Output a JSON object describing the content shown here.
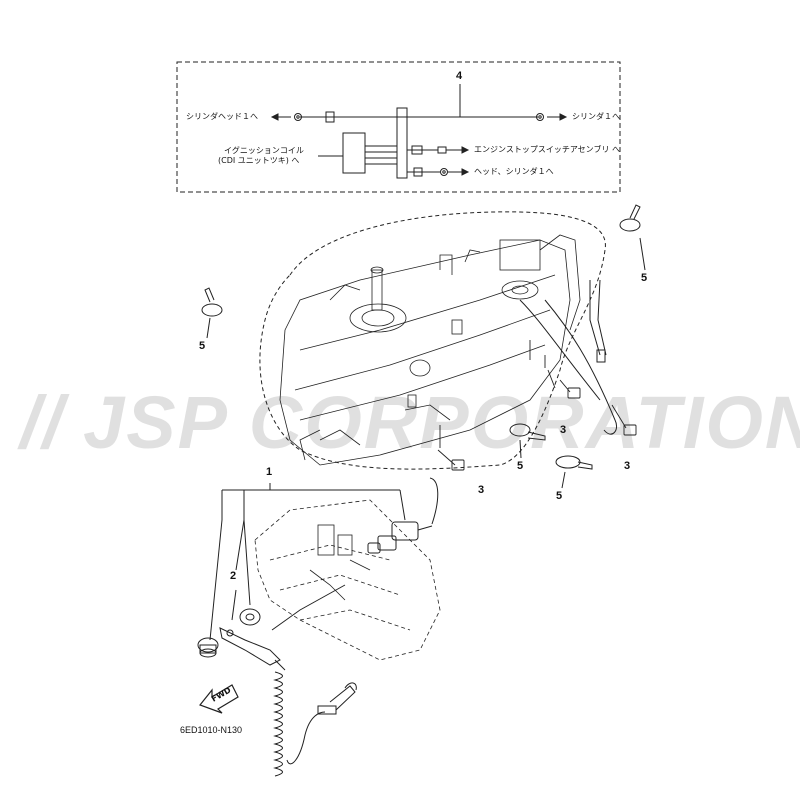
{
  "inset": {
    "callout": "4",
    "left_top": "シリンダヘッド１へ",
    "right_top": "シリンダ１へ",
    "left_mid_line1": "イグニッションコイル",
    "left_mid_line2": "(CDI ユニットツキ) へ",
    "right_mid": "エンジンストップスイッチアセンブリ へ",
    "right_bottom": "ヘッド、シリンダ１へ"
  },
  "callouts": {
    "part1": "1",
    "part2": "2",
    "part3a": "3",
    "part3b": "3",
    "part3c": "3",
    "part5_top_right": "5",
    "part5_left": "5",
    "part5_mid_a": "5",
    "part5_mid_b": "5"
  },
  "fwd_label": "FWD",
  "drawing_number": "6ED1010-N130",
  "watermark": "JSP CORPORATION",
  "colors": {
    "line": "#222222",
    "watermark": "#3c3c3c"
  }
}
